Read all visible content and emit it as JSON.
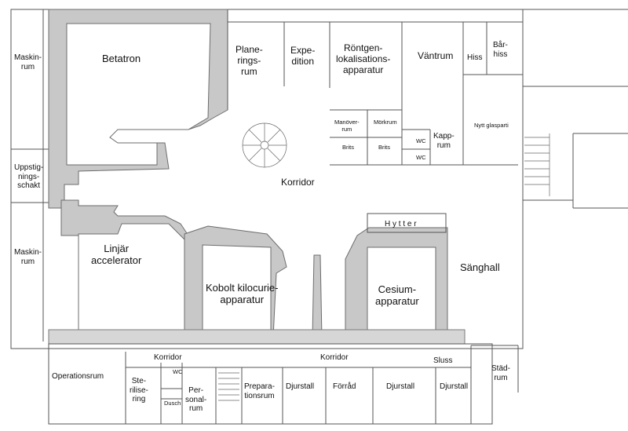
{
  "rooms": {
    "betatron": "Betatron",
    "planeringsrum": "Plane-\nrings-\nrum",
    "expedition": "Expe-\ndition",
    "rontgen": "Röntgen-\nlokalisations-\napparatur",
    "vantrum": "Väntrum",
    "hiss": "Hiss",
    "barhiss": "Bår-\nhiss",
    "maskinrum_top": "Maskin-\nrum",
    "maskinrum_bottom": "Maskin-\nrum",
    "uppstigningsschakt": "Uppstig-\nnings-\nschakt",
    "korridor_main": "Korridor",
    "manoverrum": "Manöver-\nrum",
    "morkrum": "Mörkrum",
    "brits_1": "Brits",
    "brits_2": "Brits",
    "wc_1": "WC",
    "wc_2": "WC",
    "kapprum": "Kapp-\nrum",
    "nytt_glasparti": "Nytt glasparti",
    "hytter": "H y t t e r",
    "linjar": "Linjär\naccelerator",
    "kobolt": "Kobolt kilocurie-\napparatur",
    "cesium": "Cesium-\napparatur",
    "sanghall": "Sänghall",
    "operationsrum": "Operationsrum",
    "korridor_bottom_left": "Korridor",
    "korridor_bottom_right": "Korridor",
    "sterilisering": "Ste-\nrilise-\nring",
    "wc_3": "WC",
    "dusch": "Dusch",
    "personalrum": "Per-\nsonal-\nrum",
    "preparationsrum": "Prepara-\ntionsrum",
    "djurstall_1": "Djurstall",
    "forrad": "Förråd",
    "djurstall_2": "Djurstall",
    "djurstall_3": "Djurstall",
    "sluss": "Sluss",
    "stadrum": "Städ-\nrum"
  }
}
